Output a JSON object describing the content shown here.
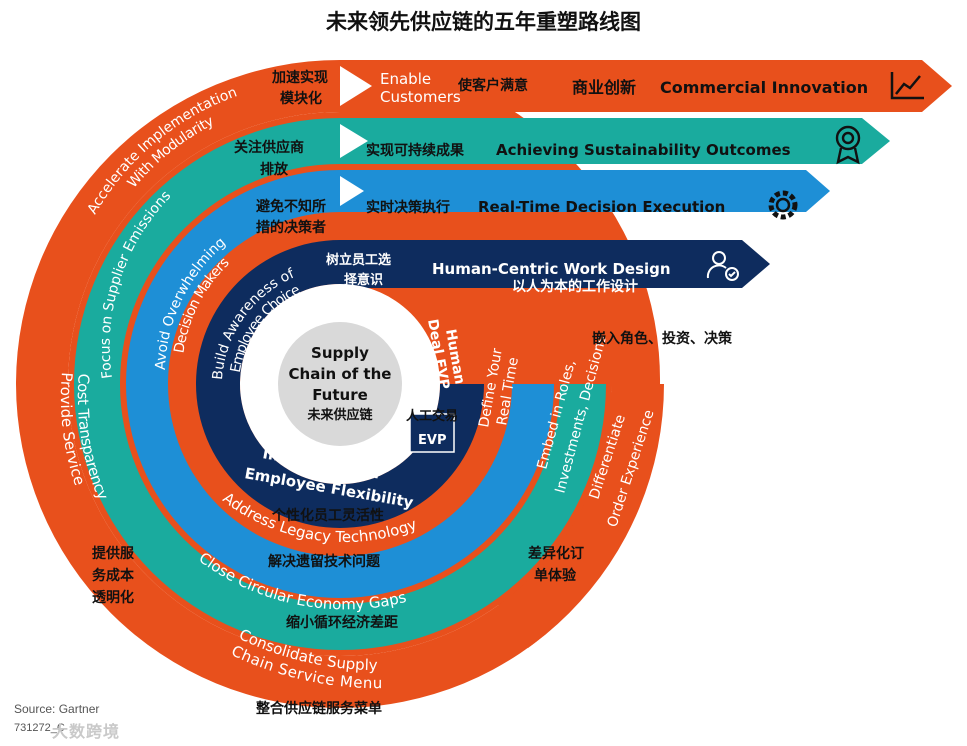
{
  "title": "未来领先供应链的五年重塑路线图",
  "center": {
    "line1": "Supply",
    "line2": "Chain of the",
    "line3": "Future",
    "cn": "未来供应链"
  },
  "arrows": [
    {
      "en": "Commercial Innovation",
      "cn": "商业创新",
      "icon": "line-chart-icon",
      "color": "#E8501C"
    },
    {
      "en": "Achieving Sustainability Outcomes",
      "cn": "实现可持续成果",
      "icon": "award-medal-icon",
      "color": "#1AAB9E"
    },
    {
      "en": "Real-Time Decision Execution",
      "cn": "实时决策执行",
      "icon": "gear-icon",
      "color": "#1E8FD6"
    },
    {
      "en": "Human-Centric Work Design",
      "cn": "以人为本的工作设计",
      "icon": "user-check-icon",
      "color": "#0E2C5E"
    }
  ],
  "labels": {
    "enable_en_1": "Enable",
    "enable_en_2": "Customers",
    "enable_cn": "使客户满意",
    "accel_cn_1": "加速实现",
    "accel_cn_2": "模块化",
    "accel_en_1": "Accelerate Implementation",
    "accel_en_2": "With Modularity",
    "supplier_cn_1": "关注供应商",
    "supplier_cn_2": "排放",
    "supplier_en": "Focus on Supplier Emissions",
    "avoid_cn_1": "避免不知所",
    "avoid_cn_2": "措的决策者",
    "avoid_en_1": "Avoid Overwhelming",
    "avoid_en_2": "Decision Makers",
    "build_cn_1": "树立员工选",
    "build_cn_2": "择意识",
    "build_en_1": "Build Awareness of",
    "build_en_2": "Employee Choice",
    "human_deal_en_1": "Human",
    "human_deal_en_2": "Deal EVP",
    "human_deal_cn": "人工交易",
    "evp": "EVP",
    "define_en_1": "Define Your",
    "define_en_2": "Real Time",
    "embed_en_1": "Embed in Roles,",
    "embed_en_2": "Investments, Decisions",
    "embed_cn": "嵌入角色、投资、决策",
    "diff_en_1": "Differentiate",
    "diff_en_2": "Order Experience",
    "diff_cn_1": "差异化订",
    "diff_cn_2": "单体验",
    "indiv_en_1": "Individualized",
    "indiv_en_2": "Employee Flexibility",
    "indiv_cn": "个性化员工灵活性",
    "legacy_en": "Address Legacy Technology",
    "legacy_cn": "解决遗留技术问题",
    "circular_en": "Close Circular Economy Gaps",
    "circular_cn": "缩小循环经济差距",
    "provide_en_1": "Provide Service",
    "provide_en_2": "Cost Transparency",
    "provide_cn_1": "提供服",
    "provide_cn_2": "务成本",
    "provide_cn_3": "透明化",
    "consolidate_en_1": "Consolidate Supply",
    "consolidate_en_2": "Chain Service Menu",
    "consolidate_cn": "整合供应链服务菜单"
  },
  "footer": {
    "source": "Source: Gartner",
    "figure_id": "731272_C",
    "watermark": "大数跨境"
  }
}
